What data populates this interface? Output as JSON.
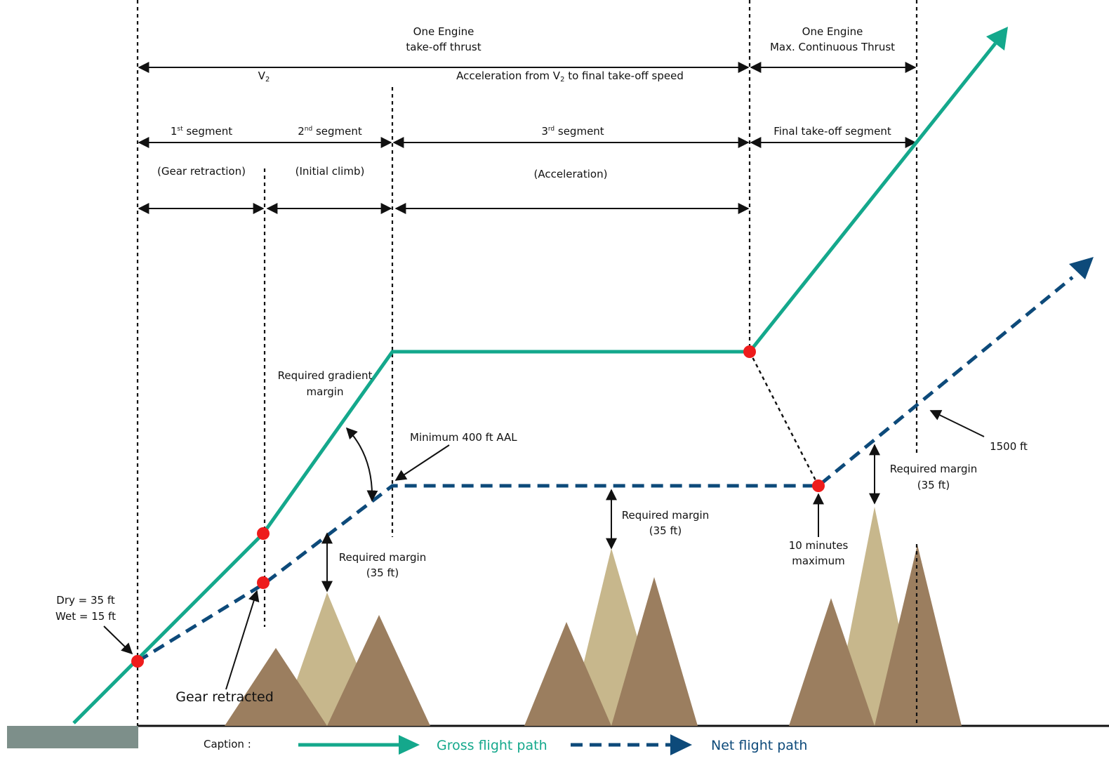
{
  "colors": {
    "gross": "#14a88c",
    "net": "#0d4a7a",
    "point": "#ee1c1c",
    "mountain_light": "#c7b78c",
    "mountain_dark": "#9b7e5f",
    "runway": "#7d8f8a"
  },
  "top": {
    "thrust1": [
      "One Engine",
      "take-off thrust"
    ],
    "thrust2": [
      "One Engine",
      "Max. Continuous Thrust"
    ],
    "v2": "V",
    "v2_sub": "2",
    "accel_pre": "Acceleration from V",
    "accel_sub": "2",
    "accel_post": " to final take-off speed"
  },
  "segments": {
    "seg1_num": "1",
    "seg1_sup": "st",
    "seg1_text": " segment",
    "seg2_num": "2",
    "seg2_sup": "nd",
    "seg2_text": " segment",
    "seg3_num": "3",
    "seg3_sup": "rd",
    "seg3_text": " segment",
    "final": "Final take-off segment",
    "gear": "(Gear retraction)",
    "initial": "(Initial climb)",
    "accel": "(Acceleration)"
  },
  "annotations": {
    "gradient": [
      "Required gradient",
      "margin"
    ],
    "min400": "Minimum 400 ft AAL",
    "margin1": [
      "Required margin",
      "(35 ft)"
    ],
    "margin2": [
      "Required margin",
      "(35 ft)"
    ],
    "margin3": [
      "Required margin",
      "(35 ft)"
    ],
    "ten_min": [
      "10 minutes",
      "maximum"
    ],
    "ft1500": "1500 ft",
    "dry": "Dry = 35 ft",
    "wet": "Wet = 15 ft",
    "gear_retracted": "Gear retracted"
  },
  "legend": {
    "caption": "Caption :",
    "gross": "Gross flight path",
    "net": "Net flight path"
  }
}
